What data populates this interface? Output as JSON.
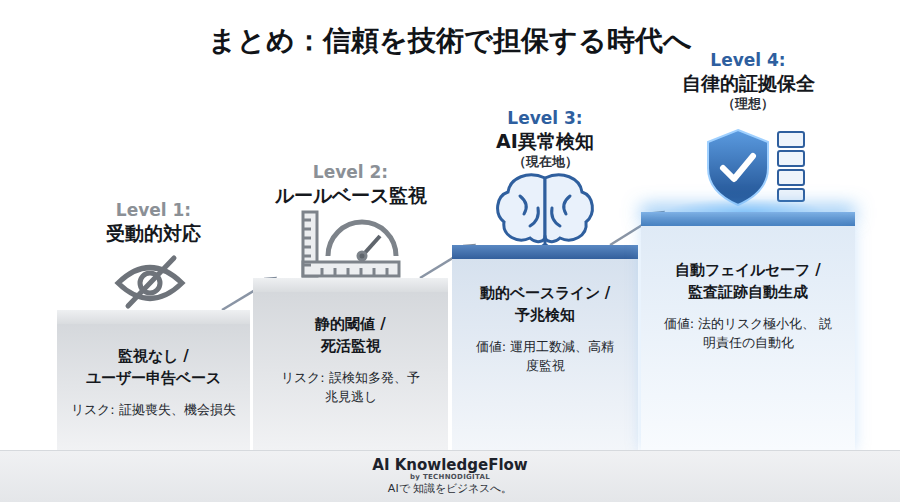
{
  "diagram": {
    "title": "まとめ：信頼を技術で担保する時代へ",
    "nodes": [
      {
        "text": [
          "Level 1:",
          "受動的対応",
          "監視なし / ユーザー申告ベース",
          "リスク: 証拠喪失、機会損失"
        ]
      },
      {
        "text": [
          "Level 2:",
          "ルールベース監視",
          "静的閾値 / 死活監視",
          "リスク: 誤検知多発、予兆見逃し"
        ]
      },
      {
        "text": [
          "Level 3:",
          "AI異常検知",
          "（現在地）",
          "動的ベースライン / 予兆検知",
          "価値: 運用工数減、高精度監視"
        ]
      },
      {
        "text": [
          "Level 4:",
          "自律的証拠保全",
          "（理想）",
          "自動フェイルセーフ / 監査証跡自動生成",
          "価値: 法的リスク極小化、 説明責任の自動化"
        ]
      },
      {
        "text": [
          "AI KnowledgeFlow",
          "by TECHNODIGITAL",
          "AIで 知識をビジネスへ。"
        ]
      }
    ],
    "edges": [
      {
        "from": 0,
        "to": 1,
        "arrow": "to"
      },
      {
        "from": 1,
        "to": 2,
        "arrow": "to"
      },
      {
        "from": 2,
        "to": 3,
        "arrow": "to"
      }
    ]
  }
}
